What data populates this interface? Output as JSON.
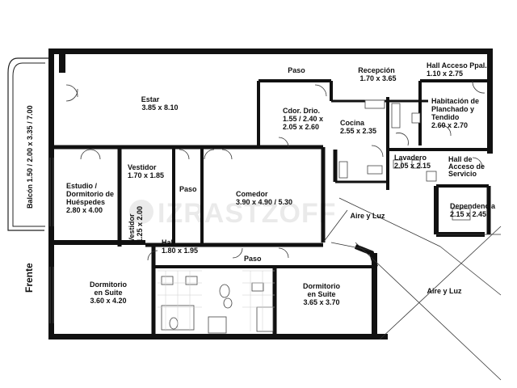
{
  "plan": {
    "front_label": "Frente",
    "watermark": "IZRASTZOFF",
    "rooms": {
      "estar": {
        "name": "Estar",
        "dims": "3.85 x 8.10"
      },
      "paso_top": {
        "name": "Paso"
      },
      "recepcion": {
        "name": "Recepción",
        "dims": "1.70 x 3.65"
      },
      "hall_acceso": {
        "name": "Hall Acceso Ppal.",
        "dims": "1.10 x 2.75"
      },
      "habitacion_planchado": {
        "line1": "Habitación de",
        "line2": "Planchado y",
        "line3": "Tendido",
        "dims": "2.60 x 2.70"
      },
      "cdor_drio": {
        "name": "Cdor. Drio.",
        "dims1": "1.55 / 2.40 x",
        "dims2": "2.05 x 2.60"
      },
      "cocina": {
        "name": "Cocina",
        "dims": "2.55 x 2.35"
      },
      "lavadero": {
        "name": "Lavadero",
        "dims": "2.05 x 2.15"
      },
      "hall_servicio": {
        "line1": "Hall de",
        "line2": "Acceso de",
        "line3": "Servicio"
      },
      "dependencia": {
        "name": "Dependencia",
        "dims": "2.15 x 2.45"
      },
      "estudio": {
        "line1": "Estudio /",
        "line2": "Dormitorio de",
        "line3": "Huéspedes",
        "dims": "2.80 x 4.00"
      },
      "vestidor_1": {
        "name": "Vestidor",
        "dims": "1.70 x 1.85"
      },
      "vestidor_2": {
        "name": "Vestidor",
        "dims": "1.25 x 2.00"
      },
      "paso_mid": {
        "name": "Paso"
      },
      "comedor": {
        "name": "Comedor",
        "dims": "3.90 x 4.90 / 5.30"
      },
      "hall": {
        "name": "Hall",
        "dims": "1.80 x 1.95"
      },
      "paso_low": {
        "name": "Paso"
      },
      "dormitorio_1": {
        "line1": "Dormitorio",
        "line2": "en Suite",
        "dims": "3.60 x 4.20"
      },
      "dormitorio_2": {
        "line1": "Dormitorio",
        "line2": "en Suite",
        "dims": "3.65 x 3.70"
      },
      "balcon": {
        "label": "Balcón  1.50 / 2.00 x 3.35 / 7.00"
      },
      "aire_luz_1": {
        "name": "Aire y Luz"
      },
      "aire_luz_2": {
        "name": "Aire y Luz"
      }
    }
  }
}
